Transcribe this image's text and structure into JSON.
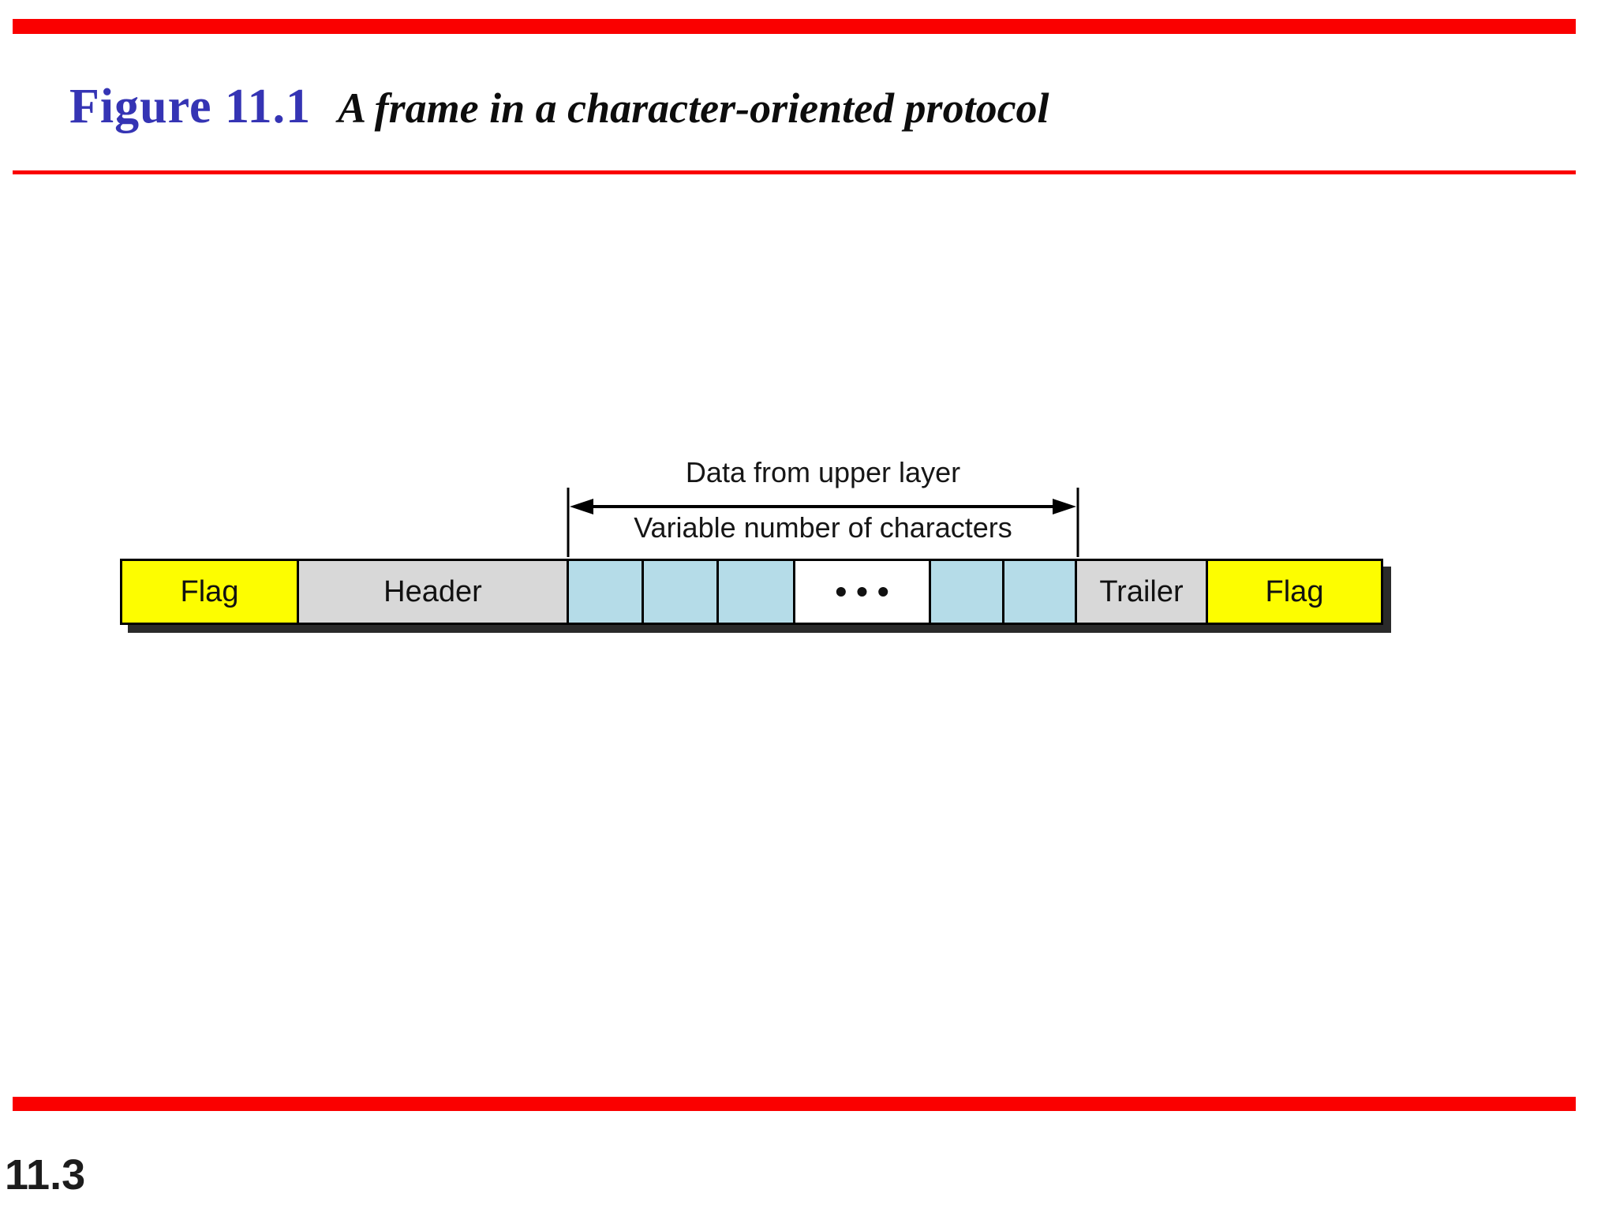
{
  "header": {
    "figure_label": "Figure 11.1",
    "figure_title": "A frame in a character-oriented protocol"
  },
  "diagram": {
    "data_caption": "Data from upper layer",
    "variable_caption": "Variable number of characters",
    "frame_cells": [
      {
        "label": "Flag",
        "role": "flag"
      },
      {
        "label": "Header",
        "role": "header"
      },
      {
        "label": "",
        "role": "data-character"
      },
      {
        "label": "",
        "role": "data-character"
      },
      {
        "label": "",
        "role": "data-character"
      },
      {
        "label": "•••",
        "role": "ellipsis"
      },
      {
        "label": "",
        "role": "data-character"
      },
      {
        "label": "",
        "role": "data-character"
      },
      {
        "label": "Trailer",
        "role": "trailer"
      },
      {
        "label": "Flag",
        "role": "flag"
      }
    ]
  },
  "footer": {
    "page_number": "11.3"
  },
  "colors": {
    "accent-red": "#fa0000",
    "title-blue": "#3534b4",
    "flag-yellow": "#fdfd00",
    "header-gray": "#d8d8d8",
    "data-blue": "#b5dce8",
    "border-black": "#000000",
    "shadow-dark": "#2a2a2a"
  }
}
